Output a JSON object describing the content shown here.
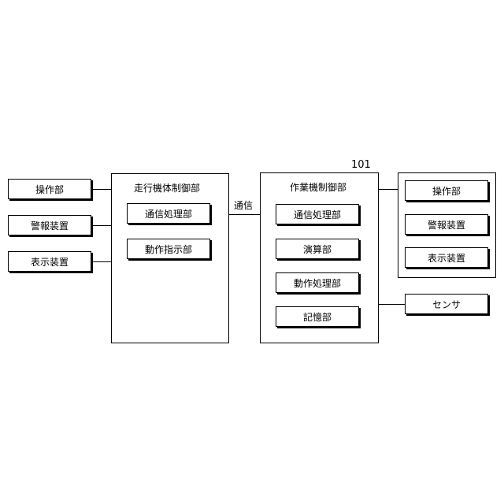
{
  "left_devices": [
    "操作部",
    "警報装置",
    "表示装置"
  ],
  "travel_controller": {
    "title": "走行機体制御部",
    "units": [
      "通信処理部",
      "動作指示部"
    ]
  },
  "comm_label": "通信",
  "ref_number": "101",
  "work_controller": {
    "title": "作業機制御部",
    "units": [
      "通信処理部",
      "演算部",
      "動作処理部",
      "記憶部"
    ]
  },
  "right_devices": [
    "操作部",
    "警報装置",
    "表示装置"
  ],
  "sensor": "センサ"
}
